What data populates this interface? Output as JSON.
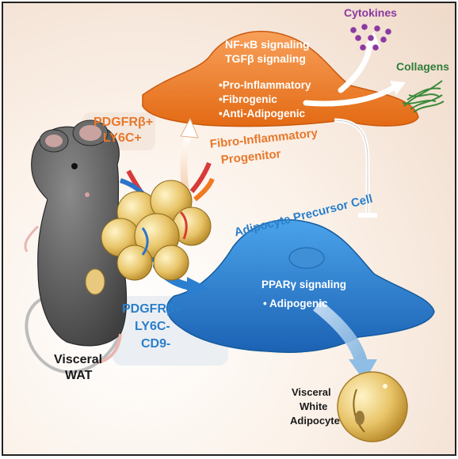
{
  "fibro_cell": {
    "signals": [
      "NF-κB signaling",
      "TGFβ signaling"
    ],
    "bullets": [
      "•Pro-Inflammatory",
      "•Fibrogenic",
      "•Anti-Adipogenic"
    ],
    "name_line1": "Fibro-Inflammatory",
    "name_line2": "Progenitor",
    "markers": [
      "PDGFRβ+",
      "LY6C+"
    ]
  },
  "outputs": {
    "cytokines": "Cytokines",
    "collagens": "Collagens"
  },
  "precursor_cell": {
    "name": "Adipocyte Precursor Cell",
    "signal": "PPARγ signaling",
    "bullet": "• Adipogenic",
    "markers": [
      "PDGFRβ+",
      "LY6C-",
      "CD9-"
    ]
  },
  "mouse_label": [
    "Visceral",
    "WAT"
  ],
  "adipocyte_label": [
    "Visceral",
    "White",
    "Adipocyte"
  ],
  "colors": {
    "fibro": "#f07a22",
    "precursor": "#2c7fd0",
    "cytokine": "#8b3aa0",
    "collagen": "#3a8a3a",
    "adipocyte": "#e6c46a"
  }
}
